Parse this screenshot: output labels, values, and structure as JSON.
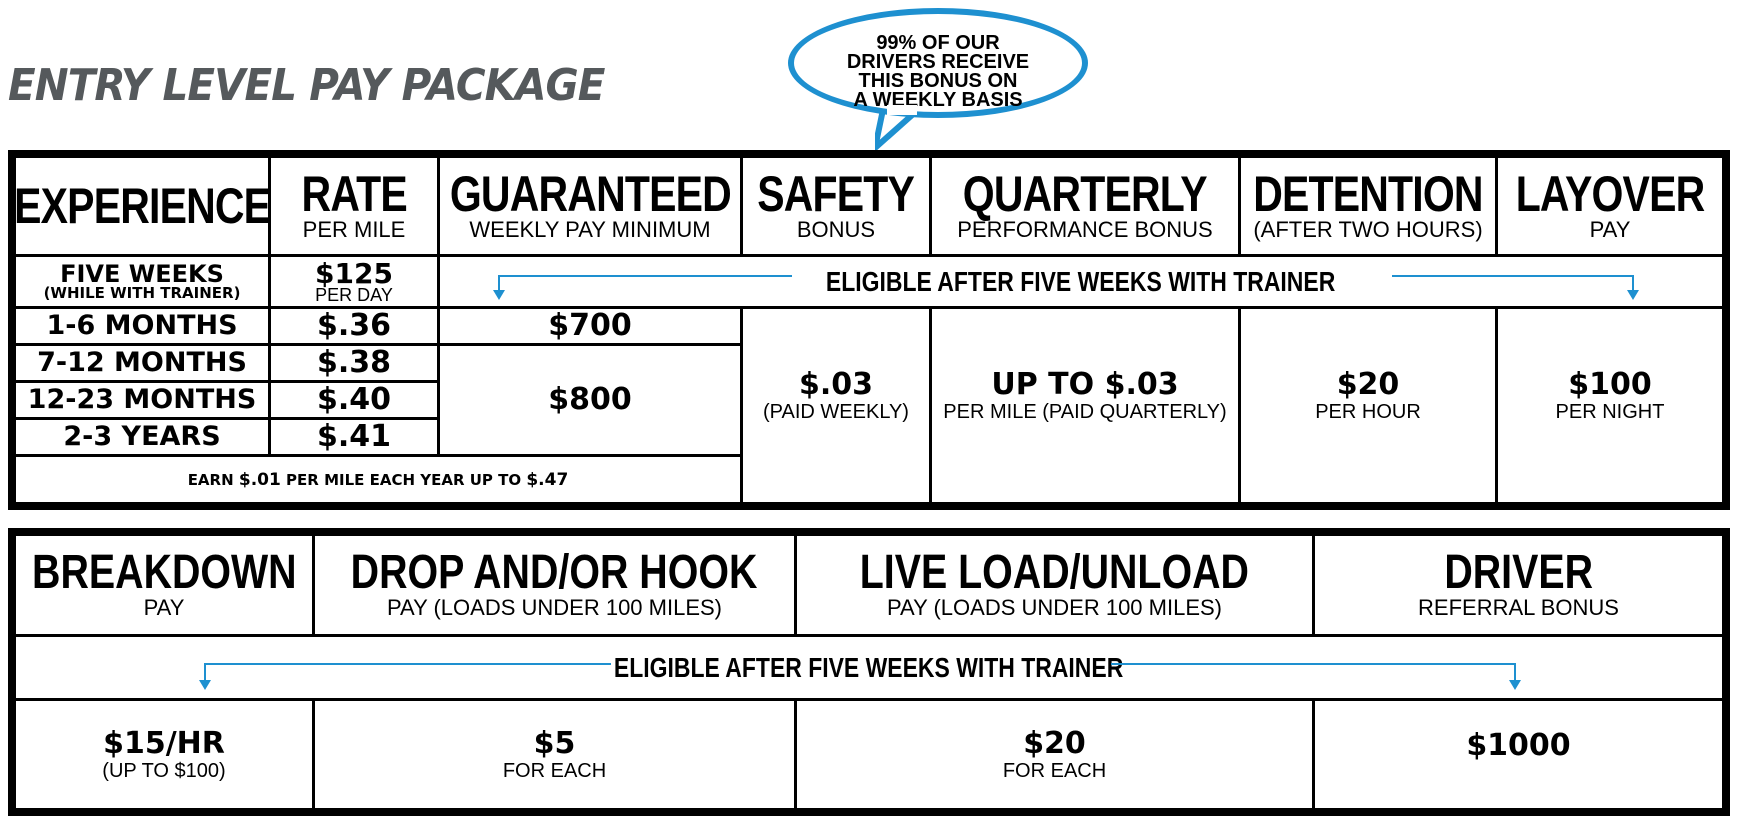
{
  "title": "ENTRY LEVEL PAY PACKAGE",
  "bubble": {
    "pct": "99%",
    "rest1": " OF OUR",
    "line2": "DRIVERS RECEIVE",
    "line3": "THIS BONUS ON",
    "line4": "A WEEKLY BASIS"
  },
  "accent_color": "#1e90d0",
  "table1": {
    "headers": [
      {
        "main": "EXPERIENCE",
        "sub": ""
      },
      {
        "main": "RATE",
        "sub": "PER MILE"
      },
      {
        "main": "GUARANTEED",
        "sub": "WEEKLY PAY MINIMUM"
      },
      {
        "main": "SAFETY",
        "sub": "BONUS"
      },
      {
        "main": "QUARTERLY",
        "sub": "PERFORMANCE BONUS"
      },
      {
        "main": "DETENTION",
        "sub": "(AFTER TWO HOURS)"
      },
      {
        "main": "LAYOVER",
        "sub": "PAY"
      }
    ],
    "trainer_row": {
      "label": "FIVE WEEKS",
      "sublabel": "(WHILE WITH TRAINER)",
      "rate": "$125",
      "rate_sub": "PER DAY"
    },
    "eligible": "ELIGIBLE AFTER FIVE WEEKS WITH TRAINER",
    "rows": [
      {
        "label": "1-6 MONTHS",
        "rate": "$.36"
      },
      {
        "label": "7-12 MONTHS",
        "rate": "$.38"
      },
      {
        "label": "12-23 MONTHS",
        "rate": "$.40"
      },
      {
        "label": "2-3 YEARS",
        "rate": "$.41"
      }
    ],
    "guaranteed": [
      "$700",
      "$800"
    ],
    "earn": {
      "pre": "EARN ",
      "v1": "$.01",
      "mid": " PER MILE EACH YEAR UP TO ",
      "v2": "$.47"
    },
    "safety": {
      "value": "$.03",
      "sub": "(PAID WEEKLY)"
    },
    "quarterly": {
      "value": "UP TO $.03",
      "sub": "PER MILE (PAID QUARTERLY)"
    },
    "detention": {
      "value": "$20",
      "sub": "PER HOUR"
    },
    "layover": {
      "value": "$100",
      "sub": "PER NIGHT"
    }
  },
  "table2": {
    "headers": [
      {
        "main": "BREAKDOWN",
        "sub": "PAY"
      },
      {
        "main": "DROP AND/OR HOOK",
        "sub": "PAY (LOADS UNDER 100 MILES)"
      },
      {
        "main": "LIVE LOAD/UNLOAD",
        "sub": "PAY (LOADS UNDER 100 MILES)"
      },
      {
        "main": "DRIVER",
        "sub": "REFERRAL BONUS"
      }
    ],
    "eligible": "ELIGIBLE AFTER FIVE WEEKS WITH TRAINER",
    "values": [
      {
        "value": "$15/HR",
        "sub": "(UP TO $100)"
      },
      {
        "value": "$5",
        "sub": "FOR EACH"
      },
      {
        "value": "$20",
        "sub": "FOR EACH"
      },
      {
        "value": "$1000",
        "sub": ""
      }
    ]
  }
}
